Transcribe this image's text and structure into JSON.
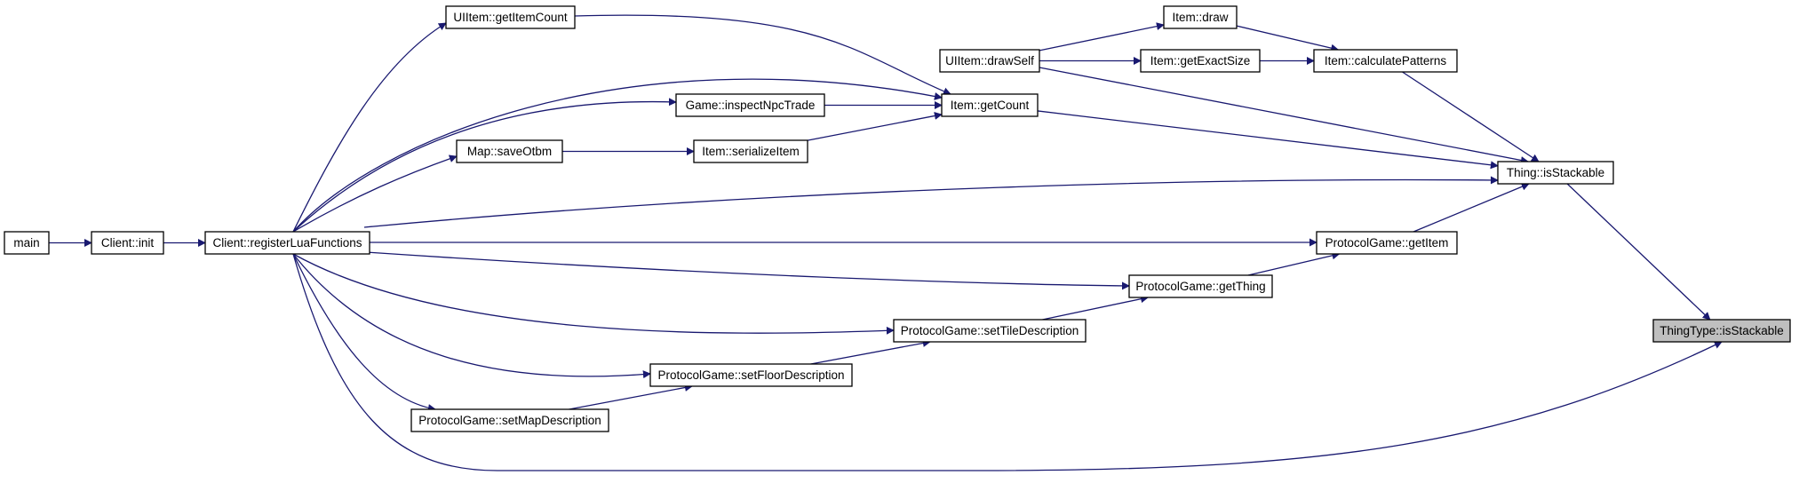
{
  "diagram": {
    "type": "caller-graph",
    "edge_color": "#191970",
    "highlight_color": "#bfbfbf",
    "nodes": [
      {
        "id": "main",
        "label": "main"
      },
      {
        "id": "init",
        "label": "Client::init"
      },
      {
        "id": "reg",
        "label": "Client::registerLuaFunctions"
      },
      {
        "id": "uigic",
        "label": "UIItem::getItemCount"
      },
      {
        "id": "gint",
        "label": "Game::inspectNpcTrade"
      },
      {
        "id": "mso",
        "label": "Map::saveOtbm"
      },
      {
        "id": "isi",
        "label": "Item::serializeItem"
      },
      {
        "id": "igc",
        "label": "Item::getCount"
      },
      {
        "id": "uids",
        "label": "UIItem::drawSelf"
      },
      {
        "id": "idraw",
        "label": "Item::draw"
      },
      {
        "id": "iges",
        "label": "Item::getExactSize"
      },
      {
        "id": "icp",
        "label": "Item::calculatePatterns"
      },
      {
        "id": "tis",
        "label": "Thing::isStackable"
      },
      {
        "id": "pggi",
        "label": "ProtocolGame::getItem"
      },
      {
        "id": "pggt",
        "label": "ProtocolGame::getThing"
      },
      {
        "id": "pgstd",
        "label": "ProtocolGame::setTileDescription"
      },
      {
        "id": "pgsfd",
        "label": "ProtocolGame::setFloorDescription"
      },
      {
        "id": "pgsmd",
        "label": "ProtocolGame::setMapDescription"
      },
      {
        "id": "ttis",
        "label": "ThingType::isStackable",
        "root": true
      }
    ],
    "edges": [
      {
        "from": "main",
        "to": "init"
      },
      {
        "from": "init",
        "to": "reg"
      },
      {
        "from": "reg",
        "to": "uigic"
      },
      {
        "from": "reg",
        "to": "igc"
      },
      {
        "from": "reg",
        "to": "gint"
      },
      {
        "from": "reg",
        "to": "mso"
      },
      {
        "from": "reg",
        "to": "tis"
      },
      {
        "from": "reg",
        "to": "pggi"
      },
      {
        "from": "reg",
        "to": "pggt"
      },
      {
        "from": "reg",
        "to": "pgstd"
      },
      {
        "from": "reg",
        "to": "pgsfd"
      },
      {
        "from": "reg",
        "to": "pgsmd"
      },
      {
        "from": "reg",
        "to": "ttis"
      },
      {
        "from": "uigic",
        "to": "igc"
      },
      {
        "from": "gint",
        "to": "igc"
      },
      {
        "from": "mso",
        "to": "isi"
      },
      {
        "from": "isi",
        "to": "igc"
      },
      {
        "from": "igc",
        "to": "tis"
      },
      {
        "from": "uids",
        "to": "idraw"
      },
      {
        "from": "uids",
        "to": "iges"
      },
      {
        "from": "uids",
        "to": "tis"
      },
      {
        "from": "idraw",
        "to": "icp"
      },
      {
        "from": "iges",
        "to": "icp"
      },
      {
        "from": "icp",
        "to": "tis"
      },
      {
        "from": "tis",
        "to": "ttis"
      },
      {
        "from": "pggi",
        "to": "tis"
      },
      {
        "from": "pggt",
        "to": "pggi"
      },
      {
        "from": "pgstd",
        "to": "pggt"
      },
      {
        "from": "pgsfd",
        "to": "pgstd"
      },
      {
        "from": "pgsmd",
        "to": "pgsfd"
      }
    ]
  }
}
